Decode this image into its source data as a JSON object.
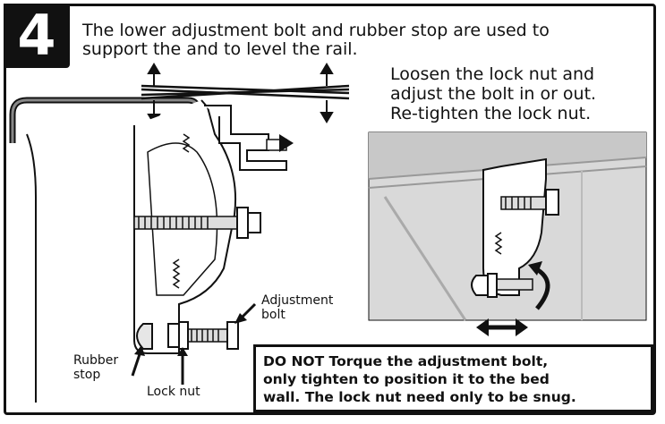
{
  "step": {
    "number": "4"
  },
  "instructions": {
    "intro_line1": "The lower adjustment bolt and rubber stop are used to",
    "intro_line2": "support the and to level the rail.",
    "loosen_line1": "Loosen the lock nut and",
    "loosen_line2": "adjust the bolt in or out.",
    "loosen_line3": "Re-tighten the lock nut."
  },
  "labels": {
    "adjustment_bolt_1": "Adjustment",
    "adjustment_bolt_2": "bolt",
    "rubber_stop_1": "Rubber",
    "rubber_stop_2": "stop",
    "lock_nut": "Lock nut"
  },
  "warning": {
    "line1": "DO NOT Torque the adjustment bolt,",
    "line2": "only tighten to position it to the bed",
    "line3": "wall.  The lock nut need only to be snug."
  }
}
